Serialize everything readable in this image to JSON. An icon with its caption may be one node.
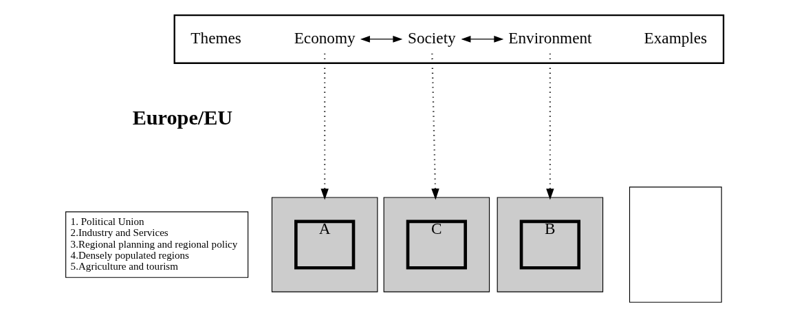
{
  "diagram": {
    "nodes": [
      {
        "text": [],
        "shape": "box"
      },
      {
        "text": [
          "Themes"
        ],
        "in": 0
      },
      {
        "text": [
          "Economy"
        ],
        "in": 0
      },
      {
        "text": [
          "Society"
        ],
        "in": 0
      },
      {
        "text": [
          "Environment"
        ],
        "in": 0
      },
      {
        "text": [
          "Examples"
        ],
        "in": 0
      },
      {
        "text": [
          "1. Political Union",
          "2.Industry and Services",
          "3.Regional planning and regional policy",
          "4.Densely populated regions",
          "5.Agriculture and tourism"
        ]
      },
      {
        "text": [],
        "shape": "box"
      },
      {
        "text": [
          "A"
        ],
        "in": 7
      },
      {
        "text": [],
        "shape": "box"
      },
      {
        "text": [
          "C"
        ],
        "in": 9
      },
      {
        "text": [],
        "shape": "box"
      },
      {
        "text": [
          "B"
        ],
        "in": 11
      },
      {
        "text": [],
        "shape": "box"
      }
    ],
    "edges": [
      {
        "from": 2,
        "to": 3,
        "arrow": "both"
      },
      {
        "from": 3,
        "to": 4,
        "arrow": "both"
      },
      {
        "from": 2,
        "to": 7,
        "arrow": "to",
        "style": "dashed"
      },
      {
        "from": 3,
        "to": 9,
        "arrow": "to",
        "style": "dashed"
      },
      {
        "from": 4,
        "to": 11,
        "arrow": "to",
        "style": "dashed"
      }
    ],
    "labels": [
      "Europe/EU"
    ]
  }
}
